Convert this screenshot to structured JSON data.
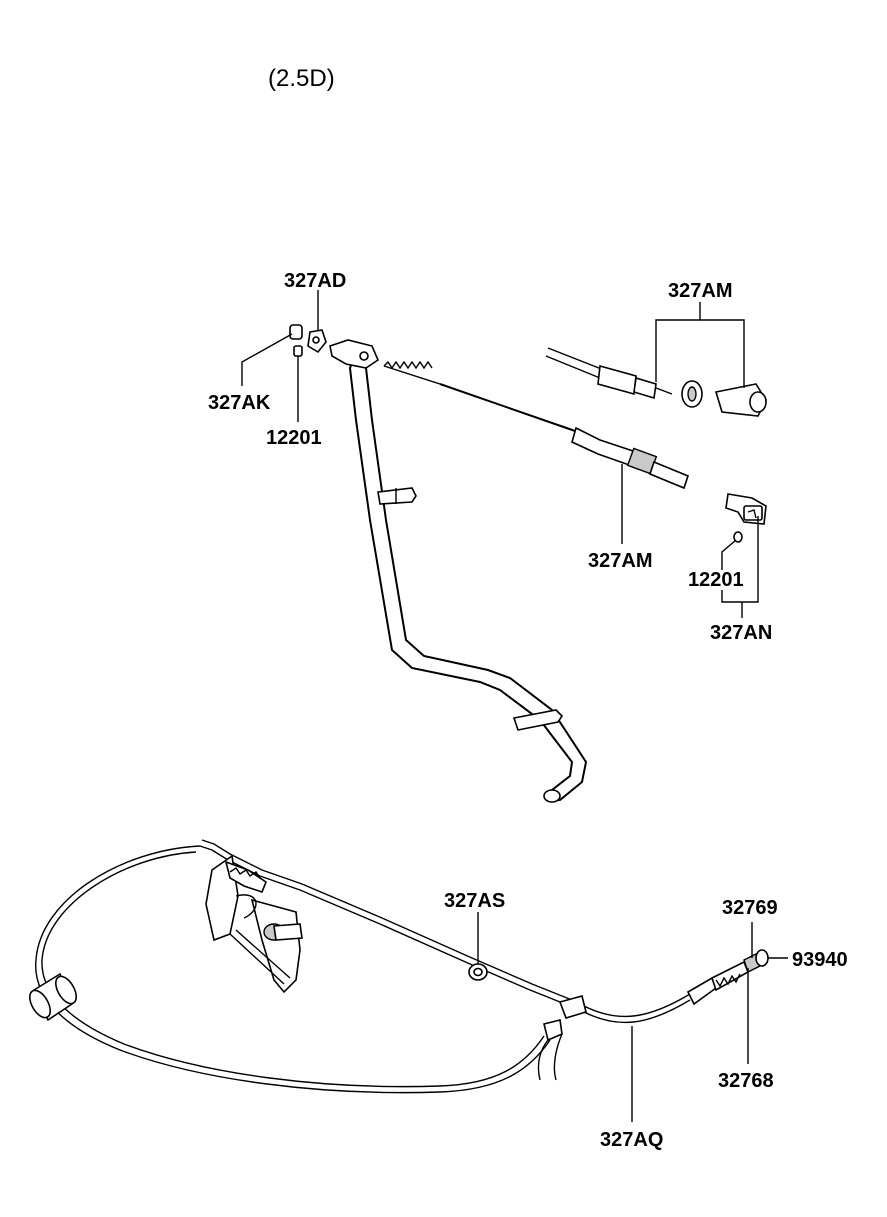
{
  "diagram": {
    "title": "(2.5D)",
    "labels": {
      "l_327AD": "327AD",
      "l_327AK": "327AK",
      "l_12201_a": "12201",
      "l_327AM_top": "327AM",
      "l_327AM_mid": "327AM",
      "l_12201_b": "12201",
      "l_327AN": "327AN",
      "l_327AS": "327AS",
      "l_32769": "32769",
      "l_93940": "93940",
      "l_32768": "32768",
      "l_327AQ": "327AQ"
    }
  }
}
